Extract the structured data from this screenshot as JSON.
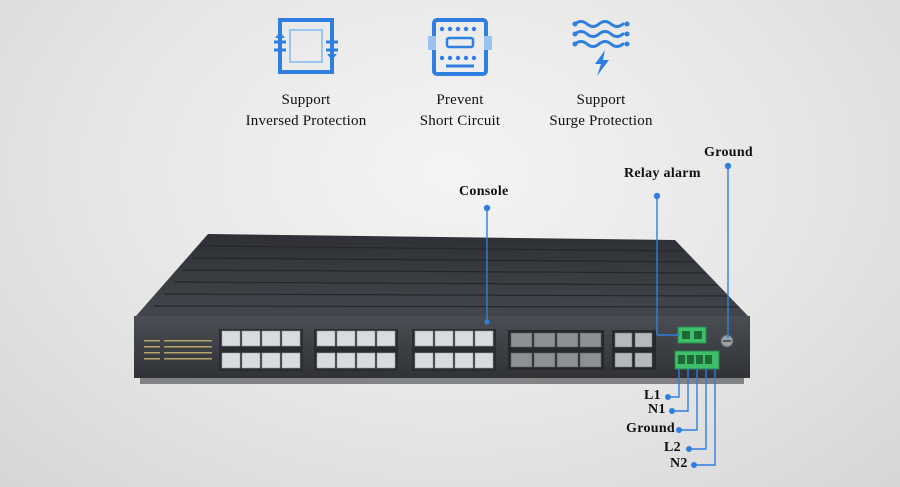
{
  "features": [
    {
      "icon": "reverse-protection-icon",
      "line1": "Support",
      "line2": "Inversed Protection"
    },
    {
      "icon": "circuit-board-icon",
      "line1": "Prevent",
      "line2": "Short Circuit"
    },
    {
      "icon": "surge-lightning-icon",
      "line1": "Support",
      "line2": "Surge Protection"
    }
  ],
  "callouts": {
    "console": "Console",
    "relay_alarm": "Relay alarm",
    "ground_top": "Ground",
    "l1": "L1",
    "n1": "N1",
    "ground_bottom": "Ground",
    "l2": "L2",
    "n2": "N2"
  },
  "colors": {
    "accent": "#2f7fe0",
    "chassis": "#3a3d42",
    "terminal": "#3fbf6a"
  }
}
